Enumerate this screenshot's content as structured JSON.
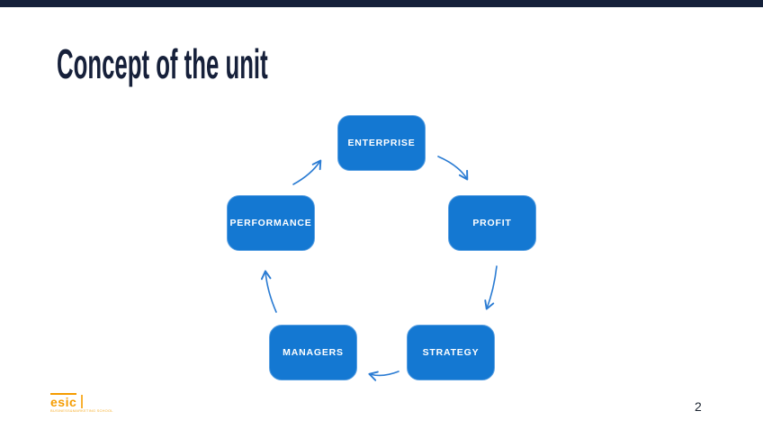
{
  "slide": {
    "title": "Concept of the unit",
    "page_number": "2"
  },
  "diagram": {
    "type": "cycle",
    "nodes": [
      {
        "id": "enterprise",
        "label": "ENTERPRISE",
        "position": "top"
      },
      {
        "id": "profit",
        "label": "PROFIT",
        "position": "right"
      },
      {
        "id": "strategy",
        "label": "STRATEGY",
        "position": "bottom-right"
      },
      {
        "id": "managers",
        "label": "MANAGERS",
        "position": "bottom-left"
      },
      {
        "id": "performance",
        "label": "PERFORMANCE",
        "position": "left"
      }
    ],
    "flow": [
      "ENTERPRISE -> PROFIT",
      "PROFIT -> STRATEGY",
      "STRATEGY -> MANAGERS",
      "MANAGERS -> PERFORMANCE",
      "PERFORMANCE -> ENTERPRISE"
    ]
  },
  "footer": {
    "logo_text": "esic",
    "logo_subtext": "BUSINESS&MARKETING SCHOOL"
  },
  "colors": {
    "topbar_navy": "#15213a",
    "title_navy": "#16203a",
    "node_blue": "#1478d2",
    "node_border_blue": "#5aa0e2",
    "arrow_blue": "#2b7cd3",
    "logo_orange": "#f59c00",
    "background": "#ffffff"
  }
}
